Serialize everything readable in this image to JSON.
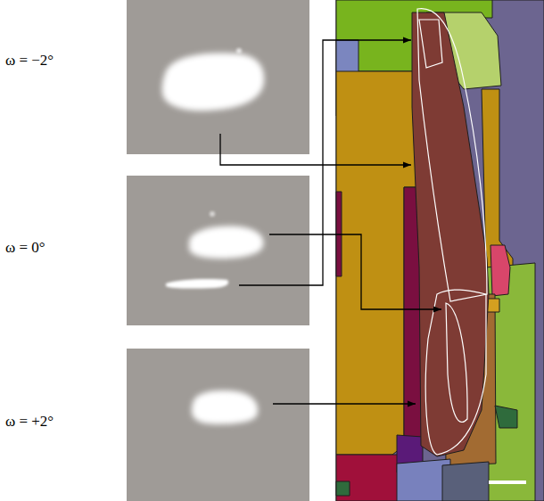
{
  "diagram": {
    "labels": [
      "ω = −2°",
      "ω = 0°",
      "ω = +2°"
    ]
  }
}
